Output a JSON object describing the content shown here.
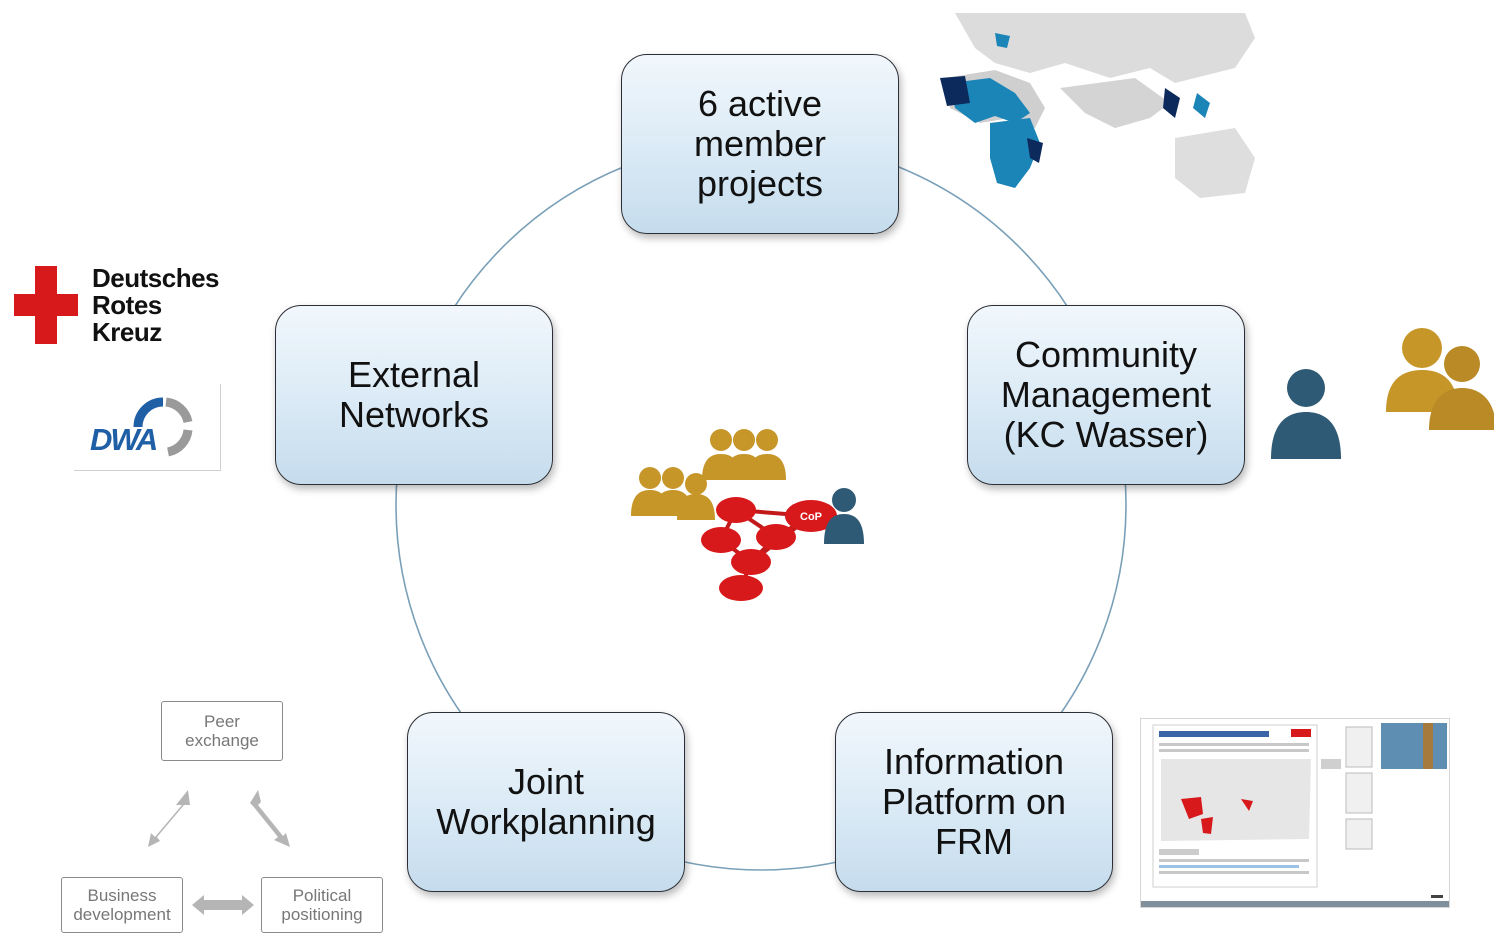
{
  "diagram": {
    "nodes": [
      {
        "id": "member-projects",
        "label": "6 active\nmember\nprojects"
      },
      {
        "id": "community-management",
        "label": "Community\nManagement\n(KC Wasser)"
      },
      {
        "id": "information-platform",
        "label": "Information\nPlatform on\nFRM"
      },
      {
        "id": "joint-workplanning",
        "label": "Joint\nWorkplanning"
      },
      {
        "id": "external-networks",
        "label": "External\nNetworks"
      }
    ],
    "center_badge": "CoP",
    "cycle_line_color": "#7aa0b8"
  },
  "logos": {
    "drk": [
      "Deutsches",
      "Rotes",
      "Kreuz"
    ],
    "dwa": "DWA"
  },
  "mini_cycle": {
    "peer": "Peer\nexchange",
    "business": "Business\ndevelopment",
    "political": "Political\npositioning"
  },
  "colors": {
    "accent_red": "#d7191b",
    "people_gold": "#c69629",
    "person_teal": "#2f5a75",
    "map_blue": "#1b85b8",
    "map_dark": "#0d2a5c",
    "dwa_blue": "#1f5fa6"
  },
  "icons": [
    "world-map-icon",
    "people-group-icon",
    "person-icon",
    "network-icon",
    "arrow-icon"
  ]
}
